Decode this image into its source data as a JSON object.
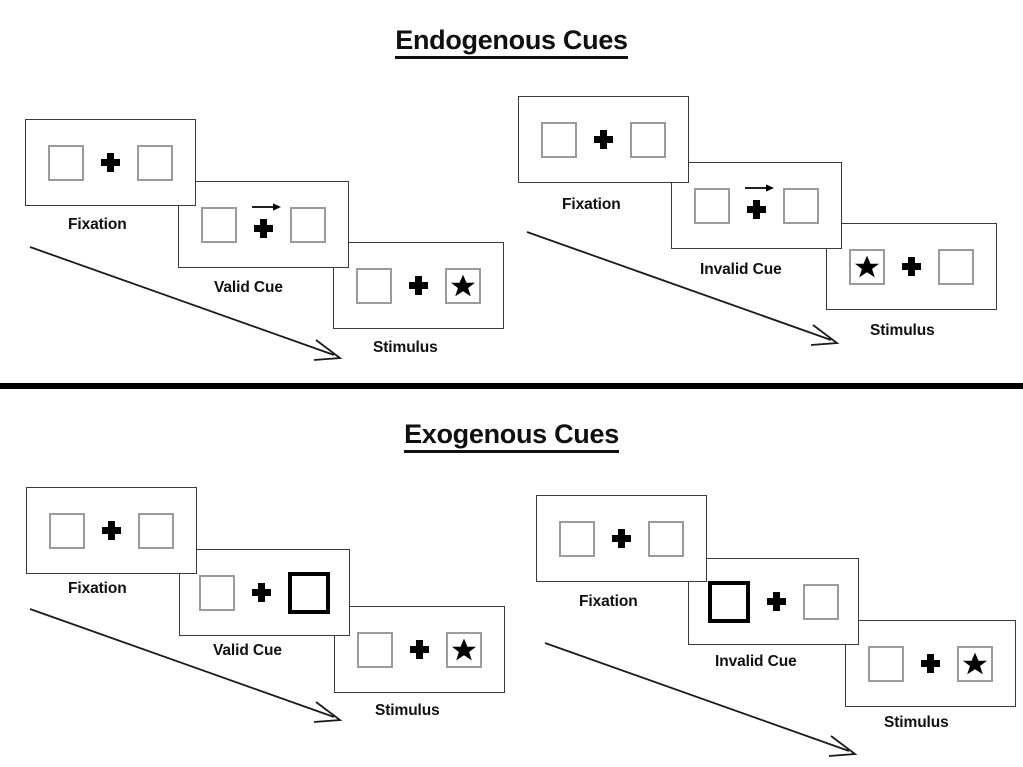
{
  "figure": {
    "title_top": "Endogenous Cues",
    "title_bottom": "Exogenous Cues"
  },
  "sections": [
    {
      "id": "endogenous",
      "title": "Endogenous Cues",
      "panels": [
        {
          "id": "endogenous-valid",
          "stages": [
            {
              "id": "fixation",
              "label": "Fixation",
              "left_box": "empty",
              "center": "plus",
              "right_box": "empty"
            },
            {
              "id": "valid-cue",
              "label": "Valid Cue",
              "left_box": "empty",
              "center": "plus-with-right-arrow",
              "right_box": "empty"
            },
            {
              "id": "stimulus",
              "label": "Stimulus",
              "left_box": "empty",
              "center": "plus",
              "right_box": "star"
            }
          ]
        },
        {
          "id": "endogenous-invalid",
          "stages": [
            {
              "id": "fixation",
              "label": "Fixation",
              "left_box": "empty",
              "center": "plus",
              "right_box": "empty"
            },
            {
              "id": "invalid-cue",
              "label": "Invalid Cue",
              "left_box": "empty",
              "center": "plus-with-right-arrow",
              "right_box": "empty"
            },
            {
              "id": "stimulus",
              "label": "Stimulus",
              "left_box": "star",
              "center": "plus",
              "right_box": "empty"
            }
          ]
        }
      ]
    },
    {
      "id": "exogenous",
      "title": "Exogenous Cues",
      "panels": [
        {
          "id": "exogenous-valid",
          "stages": [
            {
              "id": "fixation",
              "label": "Fixation",
              "left_box": "empty",
              "center": "plus",
              "right_box": "empty"
            },
            {
              "id": "valid-cue",
              "label": "Valid Cue",
              "left_box": "empty",
              "center": "plus",
              "right_box": "cued-thick-box"
            },
            {
              "id": "stimulus",
              "label": "Stimulus",
              "left_box": "empty",
              "center": "plus",
              "right_box": "star"
            }
          ]
        },
        {
          "id": "exogenous-invalid",
          "stages": [
            {
              "id": "fixation",
              "label": "Fixation",
              "left_box": "empty",
              "center": "plus",
              "right_box": "empty"
            },
            {
              "id": "invalid-cue",
              "label": "Invalid Cue",
              "left_box": "cued-thick-box",
              "center": "plus",
              "right_box": "empty"
            },
            {
              "id": "stimulus",
              "label": "Stimulus",
              "left_box": "empty",
              "center": "plus",
              "right_box": "star"
            }
          ]
        }
      ]
    }
  ],
  "icons": {
    "fixation_cross": "plus-icon",
    "target_star": "star-icon",
    "endogenous_cue": "right-arrow-cue-icon",
    "exogenous_cue": "thick-box-flash-icon",
    "time_progression": "diagonal-arrow-icon"
  },
  "colors": {
    "ink": "#000000",
    "frame_border": "#3a3a3a",
    "box_border": "#9b9b9b",
    "cued_box_border": "#000000",
    "background": "#ffffff"
  },
  "labels": {
    "fixation": "Fixation",
    "valid_cue": "Valid Cue",
    "invalid_cue": "Invalid Cue",
    "stimulus": "Stimulus"
  }
}
